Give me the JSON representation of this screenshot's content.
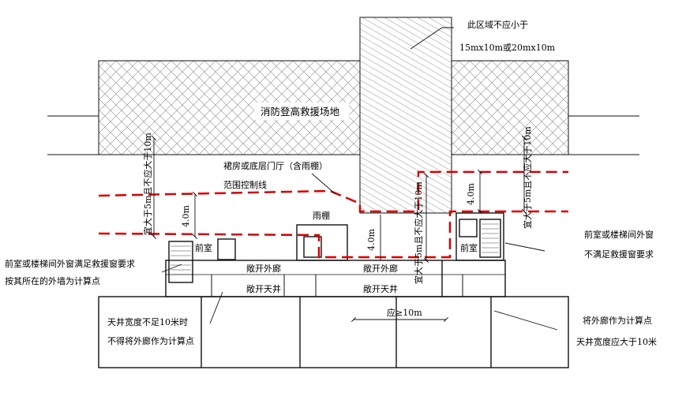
{
  "labels": {
    "rescue_site": "消防登高救援场地",
    "area_note_1": "此区域不应小于",
    "area_note_2": "15mx10m或20mx10m",
    "podium_1": "裙房或底层门厅（含雨棚）",
    "podium_2": "范围控制线",
    "canopy": "雨棚",
    "left_dim_vertical": "宜大于5m且不应大于10m",
    "right_dim_vertical": "宜大于5m且不应大于10m",
    "mid_dim_vertical": "宜大于5m且不应大于10m",
    "dim_4m_left": "4.0m",
    "dim_4m_mid": "4.0m",
    "dim_4m_right": "4.0m",
    "anteroom_left": "前室",
    "anteroom_right": "前室",
    "open_corridor_left": "敞开外廊",
    "open_well_left": "敞开天井",
    "open_corridor_mid": "敞开外廊",
    "open_well_mid": "敞开天井",
    "ge10m": "应≥10m",
    "left_note_1": "前室或楼梯间外窗满足救援窗要求",
    "left_note_2": "按其所在的外墙为计算点",
    "right_note_1": "前室或楼梯间外窗",
    "right_note_2": "不满足救援窗要求",
    "bottom_left_1": "天井宽度不足10米时",
    "bottom_left_2": "不得将外廊作为计算点",
    "bottom_right_1": "将外廊作为计算点",
    "bottom_right_2": "天井宽度应大于10米"
  },
  "colors": {
    "control_line": "#d40000",
    "hatch": "#777777",
    "line": "#111111"
  }
}
